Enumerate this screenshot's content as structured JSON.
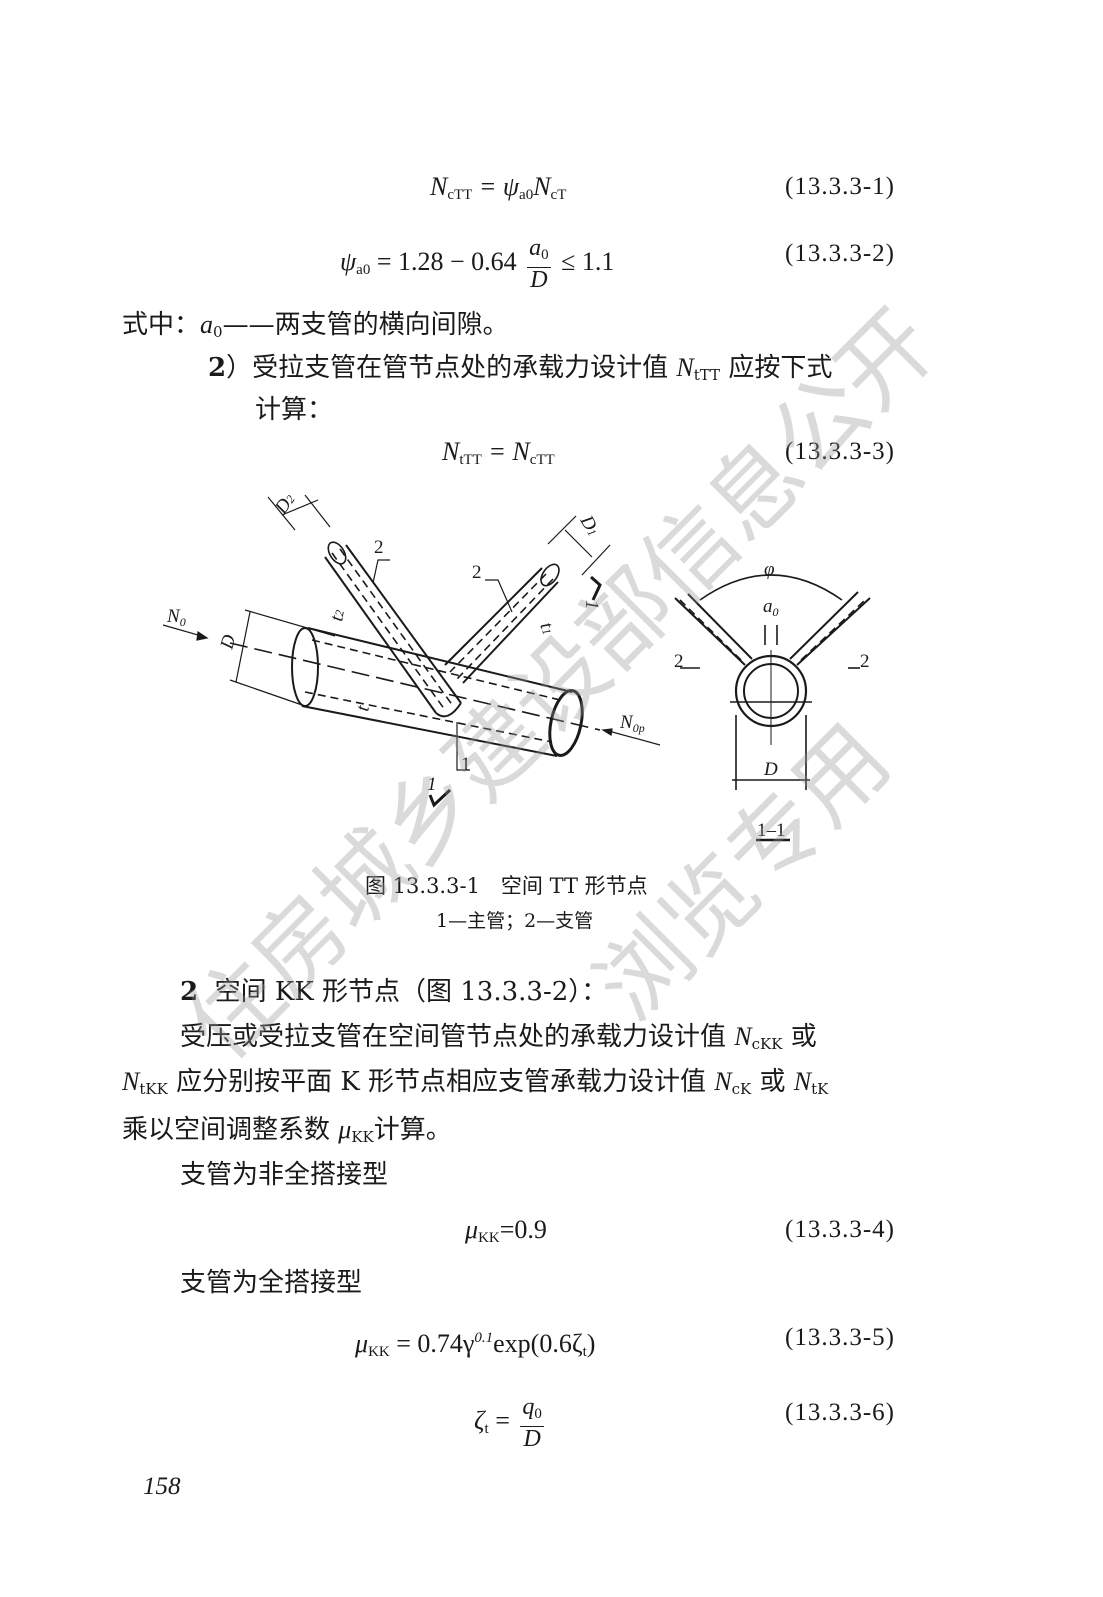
{
  "equations": [
    {
      "lhs": "N",
      "lhs_sub": "cTT",
      "op": "=",
      "rhs1": "ψ",
      "rhs1_sub": "a0",
      "rhs2": "N",
      "rhs2_sub": "cT",
      "number": "(13.3.3-1)"
    },
    {
      "lhs": "ψ",
      "lhs_sub": "a0",
      "expr": "= 1.28 − 0.64",
      "frac_num": "a",
      "frac_num_sub": "0",
      "frac_den": "D",
      "tail": "≤ 1.1",
      "number": "(13.3.3-2)"
    },
    {
      "lhs": "N",
      "lhs_sub": "tTT",
      "op": "=",
      "rhs": "N",
      "rhs_sub": "cTT",
      "number": "(13.3.3-3)"
    },
    {
      "lhs": "μ",
      "lhs_sub": "KK",
      "rhs": "=0.9",
      "number": "(13.3.3-4)"
    },
    {
      "lhs": "μ",
      "lhs_sub": "KK",
      "rhs": "= 0.74γ",
      "sup": "0.1",
      "rhs2": "exp(0.6ζ",
      "rhs2_sub": "t",
      "rhs3": ")",
      "number": "(13.3.3-5)"
    },
    {
      "lhs": "ζ",
      "lhs_sub": "t",
      "op": "=",
      "frac_num": "q",
      "frac_num_sub": "0",
      "frac_den": "D",
      "number": "(13.3.3-6)"
    }
  ],
  "text": {
    "where_prefix": "式中：",
    "where_var": "a",
    "where_var_sub": "0",
    "where_desc": "——两支管的横向间隙。",
    "item2_num": "2",
    "item2_text": "）受拉支管在管节点处的承载力设计值",
    "item2_var": "N",
    "item2_var_sub": "tTT",
    "item2_tail": "应按下式",
    "item2_cont": "计算：",
    "sec2_num": "2",
    "sec2_title": "空间 KK 形节点（图 13.3.3-2）：",
    "p1_a": "受压或受拉支管在空间管节点处的承载力设计值",
    "p1_v1": "N",
    "p1_v1_sub": "cKK",
    "p1_b": "或",
    "p2_v1": "N",
    "p2_v1_sub": "tKK",
    "p2_a": "应分别按平面 K 形节点相应支管承载力设计值",
    "p2_v2": "N",
    "p2_v2_sub": "cK",
    "p2_b": "或",
    "p2_v3": "N",
    "p2_v3_sub": "tK",
    "p3_a": "乘以空间调整系数",
    "p3_v": "μ",
    "p3_v_sub": "KK",
    "p3_b": "计算。",
    "nonfull": "支管为非全搭接型",
    "full": "支管为全搭接型"
  },
  "figure": {
    "caption": "图 13.3.3-1　空间 TT 形节点",
    "legend": "1—主管；2—支管",
    "labels": {
      "N0": "N",
      "N0_sub": "0",
      "N0p": "N",
      "N0p_sub": "0p",
      "D": "D",
      "D2": "D",
      "D2_sub": "2",
      "D1": "D",
      "D1_sub": "1",
      "t": "t",
      "t1": "t",
      "t1_sub": "1",
      "t2": "t",
      "t2_sub": "2",
      "main": "1",
      "branch": "2",
      "section": "1",
      "phi": "φ",
      "a0": "a",
      "a0_sub": "0",
      "section_title": "1–1"
    }
  },
  "page_number": "158",
  "watermark": [
    "住房城乡建设部信息公开",
    "浏览专用"
  ]
}
